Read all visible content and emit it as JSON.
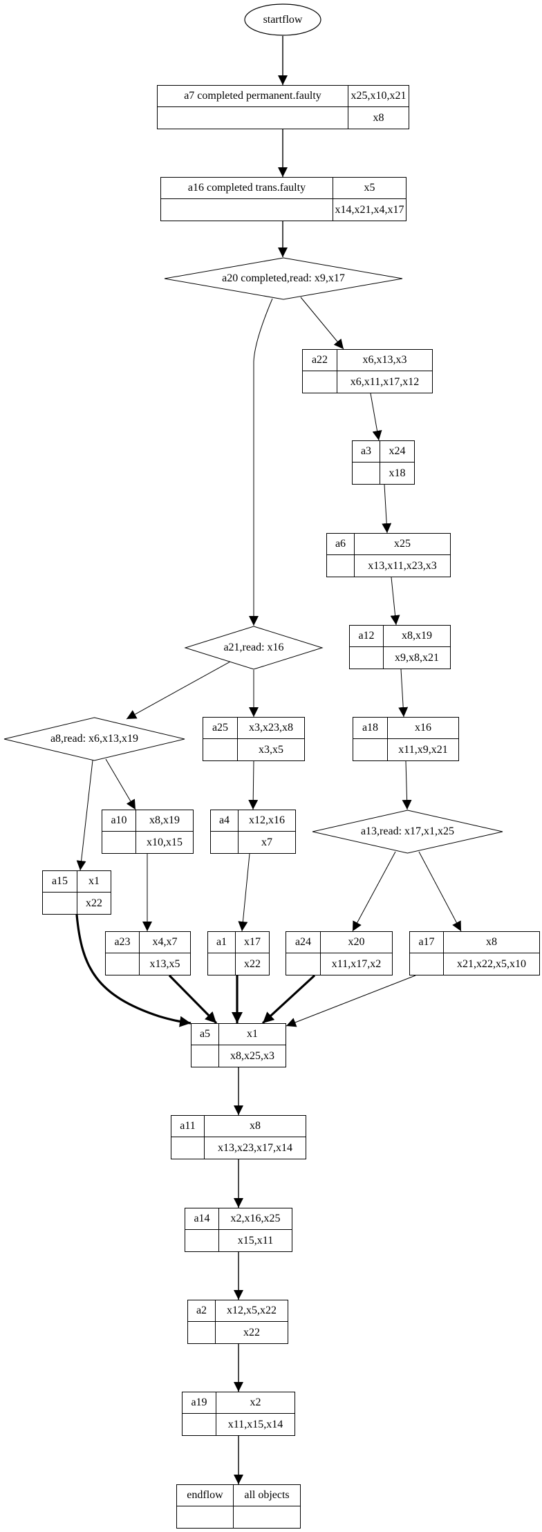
{
  "diagram": {
    "type": "flowchart",
    "nodes": [
      {
        "id": "startflow",
        "shape": "ellipse",
        "label": "startflow"
      },
      {
        "id": "a7",
        "shape": "record",
        "name": "a7 completed permanent.faulty",
        "top": "x25,x10,x21",
        "bottom": "x8"
      },
      {
        "id": "a16",
        "shape": "record",
        "name": "a16 completed trans.faulty",
        "top": "x5",
        "bottom": "x14,x21,x4,x17"
      },
      {
        "id": "a20",
        "shape": "diamond",
        "label": "a20 completed,read: x9,x17"
      },
      {
        "id": "a22",
        "shape": "record",
        "name": "a22",
        "top": "x6,x13,x3",
        "bottom": "x6,x11,x17,x12"
      },
      {
        "id": "a3",
        "shape": "record",
        "name": "a3",
        "top": "x24",
        "bottom": "x18"
      },
      {
        "id": "a6",
        "shape": "record",
        "name": "a6",
        "top": "x25",
        "bottom": "x13,x11,x23,x3"
      },
      {
        "id": "a12",
        "shape": "record",
        "name": "a12",
        "top": "x8,x19",
        "bottom": "x9,x8,x21"
      },
      {
        "id": "a18",
        "shape": "record",
        "name": "a18",
        "top": "x16",
        "bottom": "x11,x9,x21"
      },
      {
        "id": "a21",
        "shape": "diamond",
        "label": "a21,read: x16"
      },
      {
        "id": "a8",
        "shape": "diamond",
        "label": "a8,read: x6,x13,x19"
      },
      {
        "id": "a25",
        "shape": "record",
        "name": "a25",
        "top": "x3,x23,x8",
        "bottom": "x3,x5"
      },
      {
        "id": "a13",
        "shape": "diamond",
        "label": "a13,read: x17,x1,x25"
      },
      {
        "id": "a10",
        "shape": "record",
        "name": "a10",
        "top": "x8,x19",
        "bottom": "x10,x15"
      },
      {
        "id": "a4",
        "shape": "record",
        "name": "a4",
        "top": "x12,x16",
        "bottom": "x7"
      },
      {
        "id": "a15",
        "shape": "record",
        "name": "a15",
        "top": "x1",
        "bottom": "x22"
      },
      {
        "id": "a23",
        "shape": "record",
        "name": "a23",
        "top": "x4,x7",
        "bottom": "x13,x5"
      },
      {
        "id": "a1",
        "shape": "record",
        "name": "a1",
        "top": "x17",
        "bottom": "x22"
      },
      {
        "id": "a24",
        "shape": "record",
        "name": "a24",
        "top": "x20",
        "bottom": "x11,x17,x2"
      },
      {
        "id": "a17",
        "shape": "record",
        "name": "a17",
        "top": "x8",
        "bottom": "x21,x22,x5,x10"
      },
      {
        "id": "a5",
        "shape": "record",
        "name": "a5",
        "top": "x1",
        "bottom": "x8,x25,x3"
      },
      {
        "id": "a11",
        "shape": "record",
        "name": "a11",
        "top": "x8",
        "bottom": "x13,x23,x17,x14"
      },
      {
        "id": "a14",
        "shape": "record",
        "name": "a14",
        "top": "x2,x16,x25",
        "bottom": "x15,x11"
      },
      {
        "id": "a2",
        "shape": "record",
        "name": "a2",
        "top": "x12,x5,x22",
        "bottom": "x22"
      },
      {
        "id": "a19",
        "shape": "record",
        "name": "a19",
        "top": "x2",
        "bottom": "x11,x15,x14"
      },
      {
        "id": "endflow",
        "shape": "record",
        "name": "endflow",
        "top": "all objects",
        "bottom": ""
      }
    ],
    "edges": [
      {
        "from": "startflow",
        "to": "a7",
        "style": "normal"
      },
      {
        "from": "a7",
        "to": "a16",
        "style": "normal"
      },
      {
        "from": "a16",
        "to": "a20",
        "style": "normal"
      },
      {
        "from": "a20",
        "to": "a22",
        "style": "thin"
      },
      {
        "from": "a20",
        "to": "a21",
        "style": "thin"
      },
      {
        "from": "a22",
        "to": "a3",
        "style": "thin"
      },
      {
        "from": "a3",
        "to": "a6",
        "style": "thin"
      },
      {
        "from": "a6",
        "to": "a12",
        "style": "thin"
      },
      {
        "from": "a12",
        "to": "a18",
        "style": "thin"
      },
      {
        "from": "a18",
        "to": "a13",
        "style": "thin"
      },
      {
        "from": "a21",
        "to": "a8",
        "style": "thin"
      },
      {
        "from": "a21",
        "to": "a25",
        "style": "thin"
      },
      {
        "from": "a8",
        "to": "a15",
        "style": "thin"
      },
      {
        "from": "a8",
        "to": "a10",
        "style": "thin"
      },
      {
        "from": "a25",
        "to": "a4",
        "style": "thin"
      },
      {
        "from": "a10",
        "to": "a23",
        "style": "thin"
      },
      {
        "from": "a4",
        "to": "a1",
        "style": "thin"
      },
      {
        "from": "a13",
        "to": "a24",
        "style": "thin"
      },
      {
        "from": "a13",
        "to": "a17",
        "style": "thin"
      },
      {
        "from": "a15",
        "to": "a5",
        "style": "bold"
      },
      {
        "from": "a23",
        "to": "a5",
        "style": "bold"
      },
      {
        "from": "a1",
        "to": "a5",
        "style": "bold"
      },
      {
        "from": "a24",
        "to": "a5",
        "style": "bold"
      },
      {
        "from": "a17",
        "to": "a5",
        "style": "thin"
      },
      {
        "from": "a5",
        "to": "a11",
        "style": "normal"
      },
      {
        "from": "a11",
        "to": "a14",
        "style": "normal"
      },
      {
        "from": "a14",
        "to": "a2",
        "style": "normal"
      },
      {
        "from": "a2",
        "to": "a19",
        "style": "normal"
      },
      {
        "from": "a19",
        "to": "endflow",
        "style": "normal"
      }
    ]
  }
}
